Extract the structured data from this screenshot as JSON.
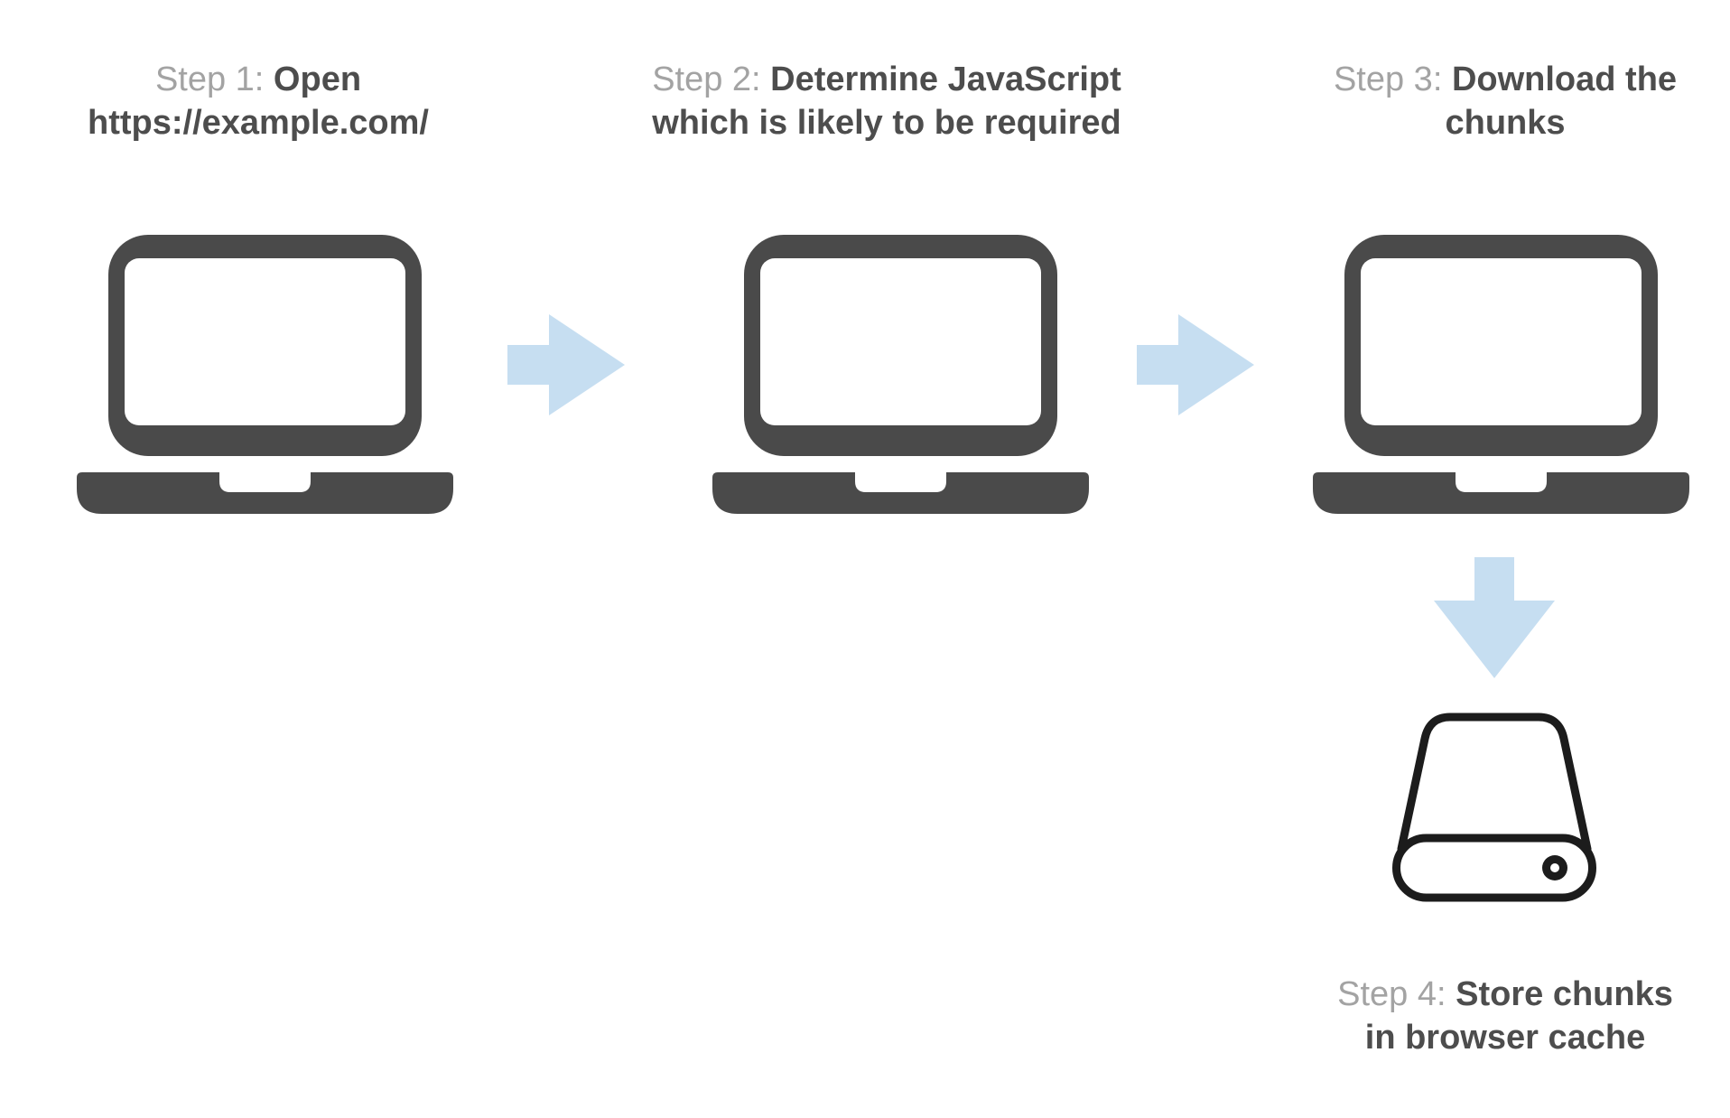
{
  "diagram": {
    "steps": [
      {
        "prefix": "Step 1:",
        "bold_first": "Open",
        "bold_second": "https://example.com/"
      },
      {
        "prefix": "Step 2:",
        "bold_first": "Determine JavaScript",
        "bold_second": "which is likely to be required"
      },
      {
        "prefix": "Step 3:",
        "bold_first": "Download the",
        "bold_second": "chunks"
      },
      {
        "prefix": "Step 4:",
        "bold_first": "Store chunks",
        "bold_second": "in browser cache"
      }
    ],
    "icons": {
      "step1": "laptop-icon",
      "step2": "laptop-icon",
      "step3": "laptop-icon",
      "step4": "hard-drive-icon",
      "connector_1_2": "arrow-right-icon",
      "connector_2_3": "arrow-right-icon",
      "connector_3_4": "arrow-down-icon"
    },
    "colors": {
      "background": "#ffffff",
      "laptop_gray": "#4a4a4a",
      "arrow_blue": "#c6def1",
      "step_prefix_gray": "#a3a3a3",
      "step_text_dark": "#4d4d4d",
      "drive_outline": "#1c1c1c"
    }
  }
}
